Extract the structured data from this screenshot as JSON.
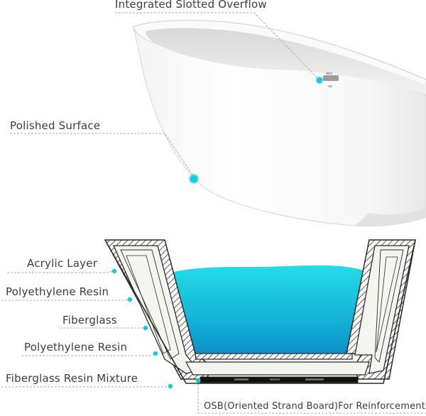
{
  "top_labels": {
    "overflow": "Integrated Slotted Overflow",
    "surface": "Polished  Surface"
  },
  "layer_labels": [
    "Acrylic Layer",
    "Polyethylene Resin",
    "Fiberglass",
    "Polyethylene Resin",
    "Fiberglass Resin Mixture"
  ],
  "bottom_label": "OSB(Oriented Strand Board)For Reinforcement",
  "colors": {
    "accent": "#19c9d4",
    "water_top": "#22d8e6",
    "water_bottom": "#0a95c8",
    "text": "#3c3c3c",
    "leader": "#a8a8a8",
    "outline": "#2b2b2b"
  },
  "overflow_badge": "Hbrt"
}
